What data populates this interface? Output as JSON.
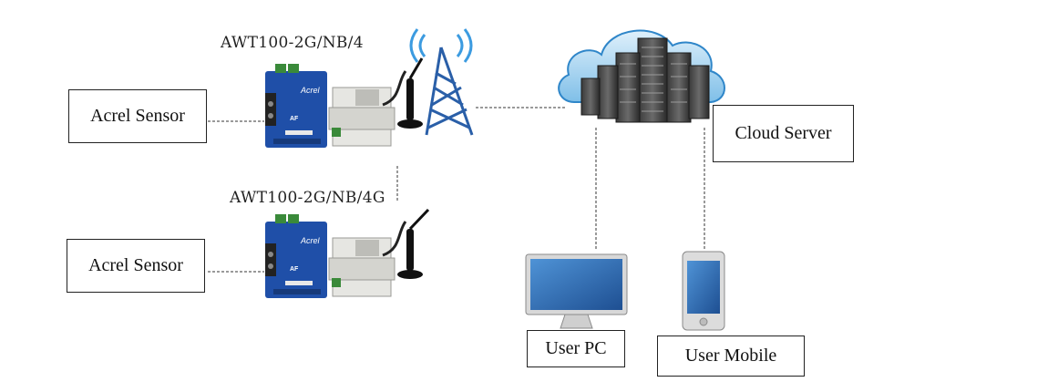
{
  "nodes": {
    "sensor_top": "Acrel Sensor",
    "sensor_bottom": "Acrel Sensor",
    "cloud_server": "Cloud Server",
    "user_pc": "User PC",
    "user_mobile": "User Mobile"
  },
  "devices": {
    "top_model": "AWT100-2G/NB/4",
    "bottom_model": "AWT100-2G/NB/4G",
    "brand_label": "Acrel",
    "product_code": "AF"
  },
  "colors": {
    "device_blue": "#1f4fa8",
    "terminal_green": "#3a8a3a",
    "cloud_blue": "#2f86c9",
    "tower_blue": "#2a5fa8",
    "screen_blue": "#2d6cb8",
    "link_gray": "#9a9a9a"
  }
}
